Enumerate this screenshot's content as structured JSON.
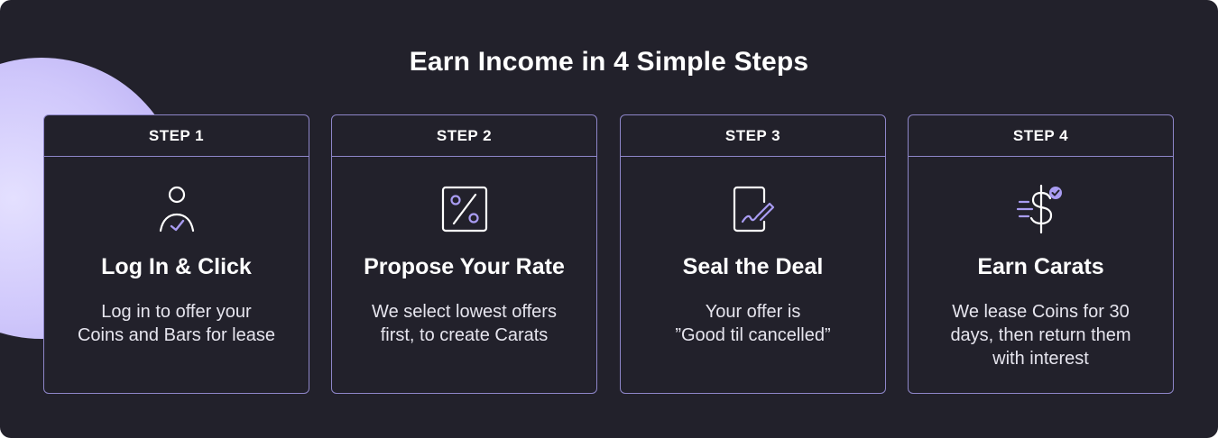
{
  "title": "Earn Income in 4 Simple Steps",
  "colors": {
    "background": "#22212b",
    "border": "#8e86c9",
    "accent": "#a99cf2",
    "text": "#ffffff"
  },
  "steps": [
    {
      "label": "STEP 1",
      "icon": "user-check-icon",
      "title": "Log In & Click",
      "description": "Log in to offer your\nCoins and Bars for lease"
    },
    {
      "label": "STEP 2",
      "icon": "percent-icon",
      "title": "Propose Your Rate",
      "description": "We select lowest offers\nfirst, to create Carats"
    },
    {
      "label": "STEP 3",
      "icon": "document-sign-icon",
      "title": "Seal the Deal",
      "description": "Your offer is\n”Good til cancelled”"
    },
    {
      "label": "STEP 4",
      "icon": "dollar-check-icon",
      "title": "Earn Carats",
      "description": "We lease Coins for 30\ndays, then return them\nwith interest"
    }
  ]
}
